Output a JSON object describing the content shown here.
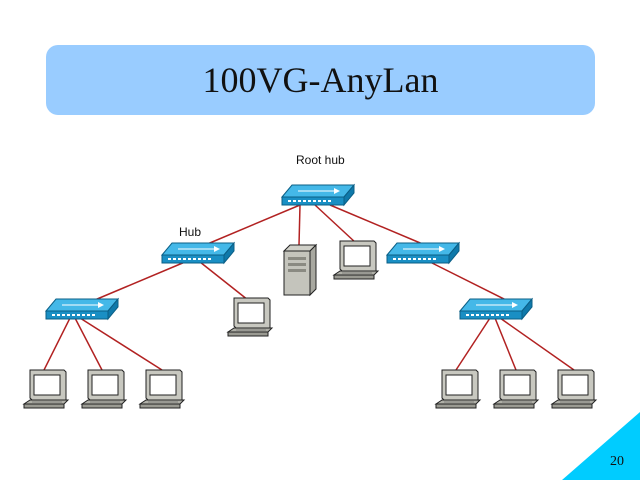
{
  "slide": {
    "title": "100VG-AnyLan",
    "page_number": "20"
  },
  "labels": {
    "root_hub": "Root hub",
    "hub": "Hub"
  },
  "colors": {
    "title_bg": "#99ccff",
    "link": "#b22222",
    "hub_top": "#33aadd",
    "hub_side": "#1188bb",
    "corner": "#00ccff"
  },
  "nodes": [
    {
      "id": "root-hub",
      "kind": "hub-icon"
    },
    {
      "id": "hub-left",
      "kind": "hub-icon"
    },
    {
      "id": "hub-right",
      "kind": "hub-icon"
    },
    {
      "id": "hub-far-left",
      "kind": "hub-icon"
    },
    {
      "id": "hub-far-right",
      "kind": "hub-icon"
    },
    {
      "id": "server",
      "kind": "server-icon"
    },
    {
      "id": "pc-root",
      "kind": "pc-icon"
    },
    {
      "id": "pc-mid",
      "kind": "pc-icon"
    },
    {
      "id": "pc-l1",
      "kind": "pc-icon"
    },
    {
      "id": "pc-l2",
      "kind": "pc-icon"
    },
    {
      "id": "pc-l3",
      "kind": "pc-icon"
    },
    {
      "id": "pc-r1",
      "kind": "pc-icon"
    },
    {
      "id": "pc-r2",
      "kind": "pc-icon"
    },
    {
      "id": "pc-r3",
      "kind": "pc-icon"
    }
  ],
  "links": [
    [
      "root-hub",
      "hub-left"
    ],
    [
      "root-hub",
      "server"
    ],
    [
      "root-hub",
      "pc-root"
    ],
    [
      "root-hub",
      "hub-right"
    ],
    [
      "hub-left",
      "hub-far-left"
    ],
    [
      "hub-left",
      "pc-mid"
    ],
    [
      "hub-right",
      "hub-far-right"
    ],
    [
      "hub-far-left",
      "pc-l1"
    ],
    [
      "hub-far-left",
      "pc-l2"
    ],
    [
      "hub-far-left",
      "pc-l3"
    ],
    [
      "hub-far-right",
      "pc-r1"
    ],
    [
      "hub-far-right",
      "pc-r2"
    ],
    [
      "hub-far-right",
      "pc-r3"
    ]
  ]
}
